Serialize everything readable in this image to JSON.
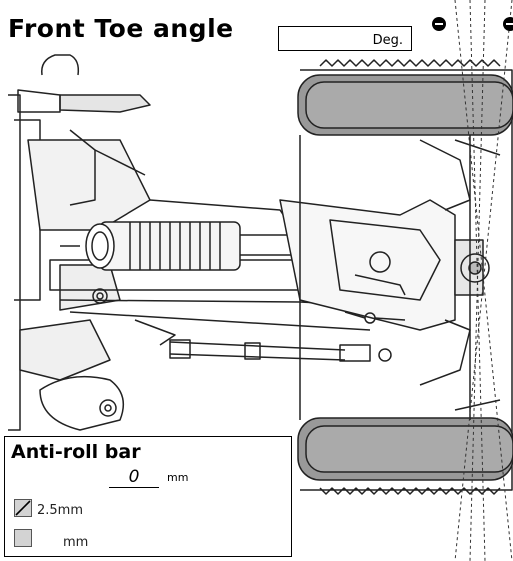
{
  "toe_angle": {
    "title": "Front Toe angle",
    "unit": "Deg.",
    "sign_left": "minus-icon",
    "sign_right": "minus-icon"
  },
  "anti_roll_bar": {
    "title": "Anti-roll bar",
    "value": "0",
    "value_unit": "mm",
    "options": [
      {
        "label": "2.5mm",
        "checked": true
      },
      {
        "label": "mm",
        "checked": false
      }
    ]
  }
}
